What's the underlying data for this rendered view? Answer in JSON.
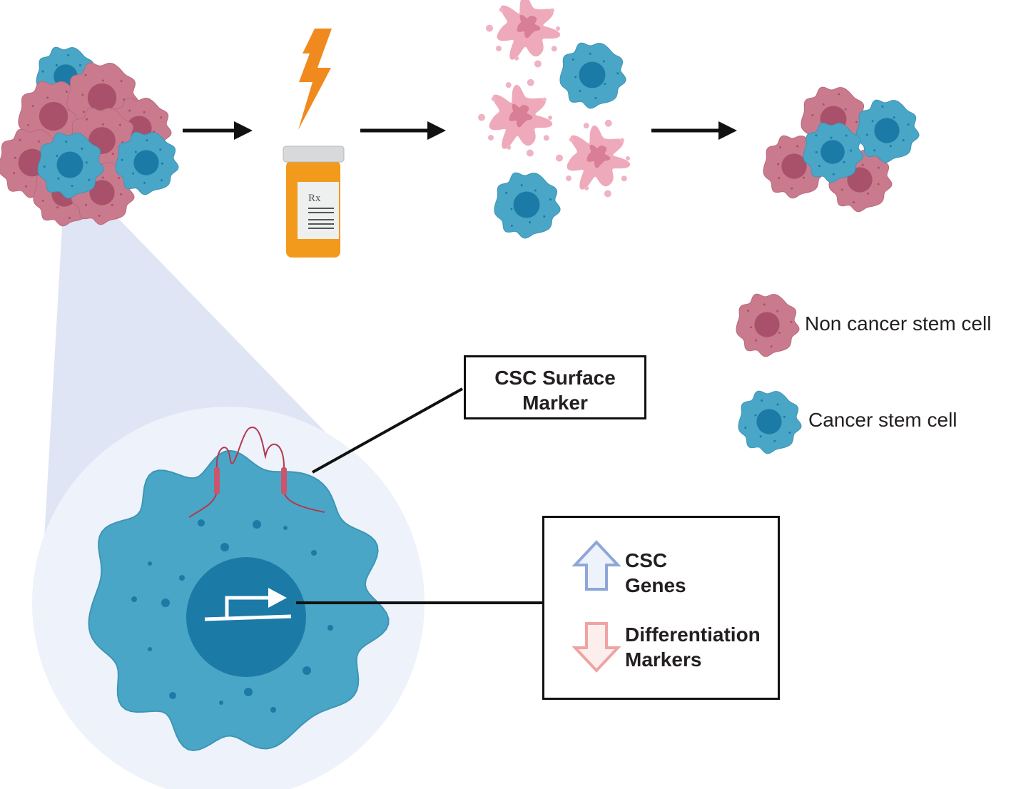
{
  "legend": {
    "non_csc": "Non cancer stem cell",
    "csc": "Cancer stem cell"
  },
  "surface_marker_box": {
    "line1": "CSC Surface",
    "line2": "Marker"
  },
  "gene_box": {
    "up_line1": "CSC",
    "up_line2": "Genes",
    "down_line1": "Differentiation",
    "down_line2": "Markers"
  },
  "bottle_label": "Rx",
  "colors": {
    "non_csc_cell": "#c97b8d",
    "non_csc_nucleus": "#a9506a",
    "csc_cell": "#4aa6c6",
    "csc_nucleus": "#1c7aa7",
    "drug_lightning": "#f08a1e",
    "bottle": "#f29a1c",
    "up_arrow": "#8fa6d8",
    "down_arrow": "#f0a3a3",
    "zoom_cone": "#dfe5f4"
  },
  "icons": [
    "lightning-icon",
    "pill-bottle-icon",
    "arrow-right-icon",
    "promoter-arrow-icon",
    "up-arrow-icon",
    "down-arrow-icon",
    "receptor-icon"
  ]
}
